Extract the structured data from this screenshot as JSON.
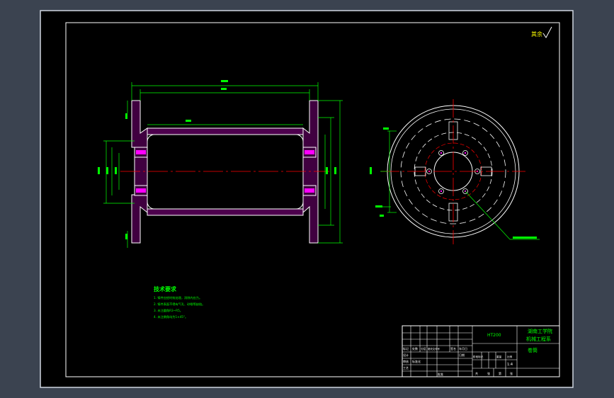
{
  "drawing": {
    "surface_roughness_mark": "其余",
    "colors": {
      "background": "#3b4350",
      "sheet": "#000000",
      "outline": "#ffffff",
      "dimension": "#00ff00",
      "center_line": "#ff0000",
      "hatch": "#ff00ff",
      "bolt_holes": "#ff00ff"
    }
  },
  "technical_requirements": {
    "title": "技术要求",
    "items": [
      "1. 铸件应经时效处理，消除内应力。",
      "2. 铸件表面不得有气孔、砂眼等缺陷。",
      "3. 未注圆角R3~R5。",
      "4. 未注倒角均为1×45°。"
    ]
  },
  "title_block": {
    "school": "湖南工学院",
    "department": "机械工程系",
    "part_name": "卷筒",
    "material": "HT200",
    "scale": "1:4",
    "change_labels": [
      "标记",
      "处数",
      "分区",
      "更改文件号",
      "签名",
      "年月日"
    ],
    "people_labels": [
      "设计",
      "审核",
      "工艺",
      "标准化",
      "批准"
    ],
    "stage_labels": [
      "阶段标记",
      "重量",
      "比例"
    ],
    "bottom_labels": [
      "共",
      "张",
      "第",
      "张"
    ],
    "date_label": "日期"
  }
}
